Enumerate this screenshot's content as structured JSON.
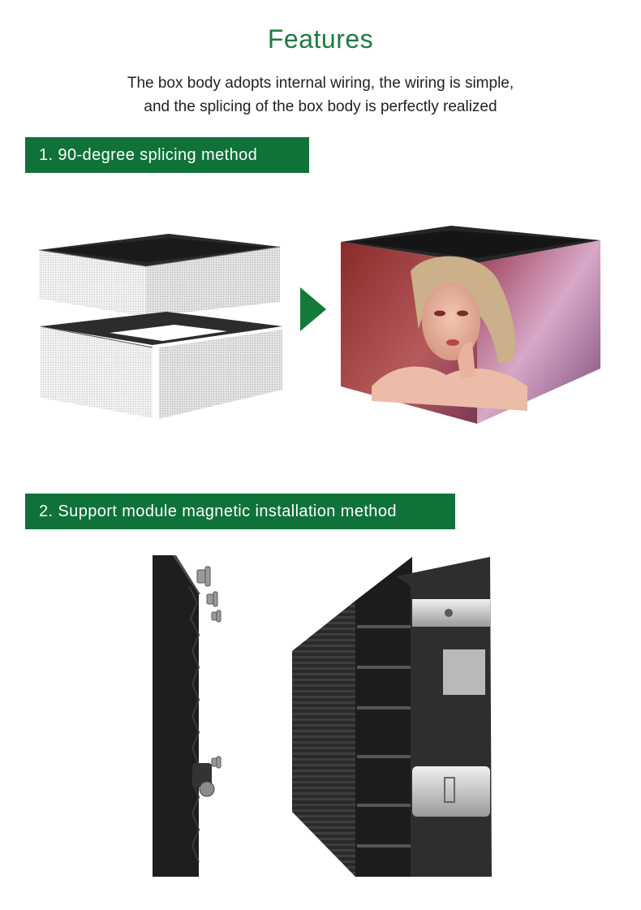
{
  "header": {
    "title": "Features",
    "description_line1": "The box body adopts internal wiring, the wiring is simple,",
    "description_line2": "and the splicing of the box body is perfectly realized"
  },
  "sections": [
    {
      "label": "1. 90-degree splicing method"
    },
    {
      "label": "2. Support module magnetic installation method"
    }
  ],
  "colors": {
    "brand_green": "#0f7238",
    "title_green": "#1f7a3f",
    "arrow_green": "#137a3a"
  },
  "icons": {
    "arrow": "play-triangle-icon"
  }
}
